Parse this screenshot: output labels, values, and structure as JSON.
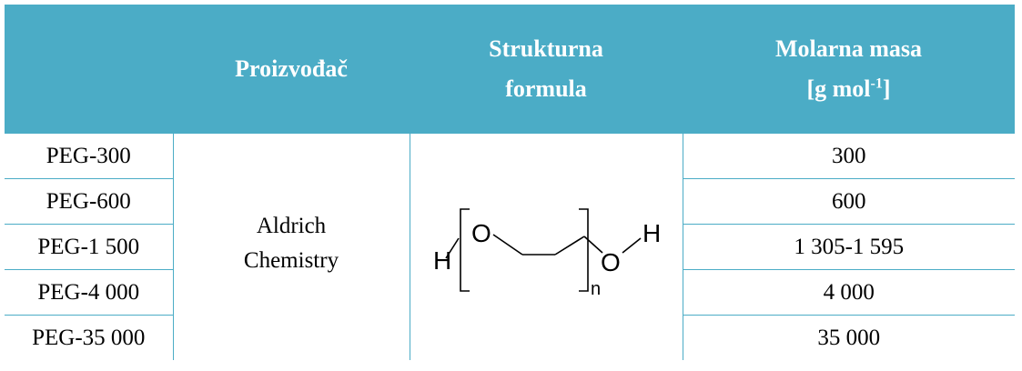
{
  "table": {
    "headers": {
      "col1": "",
      "manufacturer": "Proizvođač",
      "formula_line1": "Strukturna",
      "formula_line2": "formula",
      "molar_line1": "Molarna masa",
      "molar_unit_prefix": "[g mol",
      "molar_unit_exp": "-1",
      "molar_unit_suffix": "]"
    },
    "manufacturer": {
      "line1": "Aldrich",
      "line2": "Chemistry"
    },
    "formula": {
      "h_left": "H",
      "o_left": "O",
      "o_right": "O",
      "h_right": "H",
      "subscript": "n"
    },
    "rows": [
      {
        "name": "PEG-300",
        "mass": "300"
      },
      {
        "name": "PEG-600",
        "mass": "600"
      },
      {
        "name": "PEG-1 500",
        "mass": "1 305-1 595"
      },
      {
        "name": "PEG-4 000",
        "mass": "4 000"
      },
      {
        "name": "PEG-35 000",
        "mass": "35 000"
      }
    ],
    "colors": {
      "header_bg": "#4bacc6",
      "header_text": "#ffffff",
      "border": "#4bacc6"
    }
  }
}
